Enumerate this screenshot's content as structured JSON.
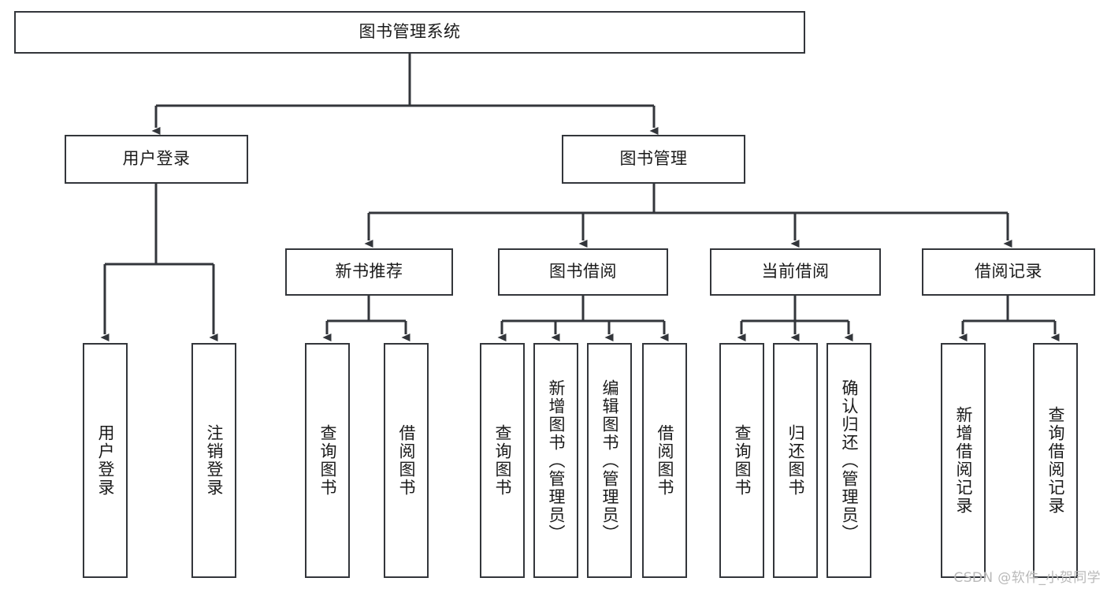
{
  "diagram": {
    "type": "tree-hierarchy-chart",
    "title": "图书管理系统",
    "edge_color": "#33363b",
    "box_border_color": "#33363b",
    "box_fill_color": "#ffffff",
    "text_color": "#1a1a1a",
    "background_color": "#ffffff"
  },
  "watermark": {
    "text": "CSDN @软件_小贺同学",
    "color": "#b9b9b9"
  },
  "nodes": {
    "root": {
      "label": "图书管理系统"
    },
    "level2": [
      {
        "label": "用户登录"
      },
      {
        "label": "图书管理"
      }
    ],
    "level3": [
      {
        "label": "新书推荐"
      },
      {
        "label": "图书借阅"
      },
      {
        "label": "当前借阅"
      },
      {
        "label": "借阅记录"
      }
    ],
    "leaves": {
      "user_login": [
        {
          "label": "用户登录"
        },
        {
          "label": "注销登录"
        }
      ],
      "new_book_recommend": [
        {
          "label": "查询图书"
        },
        {
          "label": "借阅图书"
        }
      ],
      "book_borrow": [
        {
          "label": "查询图书"
        },
        {
          "label": "新增图书（管理员）"
        },
        {
          "label": "编辑图书（管理员）"
        },
        {
          "label": "借阅图书"
        }
      ],
      "current_borrow": [
        {
          "label": "查询图书"
        },
        {
          "label": "归还图书"
        },
        {
          "label": "确认归还（管理员）"
        }
      ],
      "borrow_record": [
        {
          "label": "新增借阅记录"
        },
        {
          "label": "查询借阅记录"
        }
      ]
    }
  }
}
